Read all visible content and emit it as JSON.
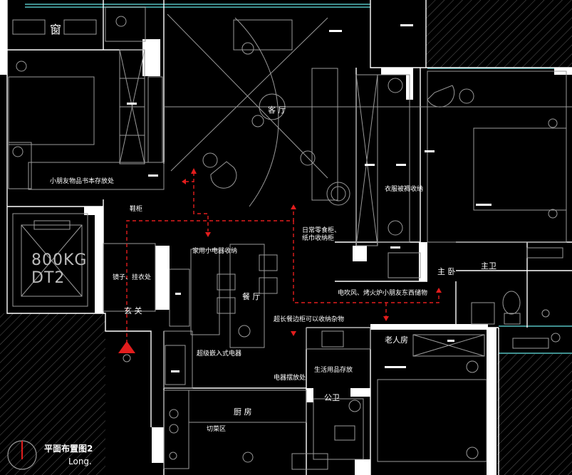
{
  "drawing": {
    "title": "平面布置图2",
    "author": "Long."
  },
  "colors": {
    "background": "#000000",
    "wall": "#ffffff",
    "line": "#9a9a9a",
    "flow": "#e31d1d",
    "hatch": "#666666",
    "window": "#3f8f8f"
  },
  "rooms": {
    "living": "客 厅",
    "dining": "餐 厅",
    "entry": "玄 关",
    "kitchen": "厨 房",
    "master_bed": "主 卧",
    "master_bath": "主卫",
    "elder_room": "老人房",
    "public_bath": "公卫",
    "window": "窗"
  },
  "elevator": {
    "capacity": "800KG",
    "code": "DT2"
  },
  "notes": {
    "study_storage": "小朋友物品书本存放处",
    "shoe": "鞋柜",
    "appliances": "家用小电器收纳",
    "hanger": "镜子、挂衣处",
    "daily_items": "日常零食柜、纸巾收纳柜",
    "clothes": "衣服被褥收纳",
    "tools": "电吹风、烤火炉小朋友东西储物",
    "long_cabinet": "超长餐边柜可以收纳杂物",
    "built_in": "超级嵌入式电器",
    "electrical": "电器摆放处",
    "daily_goods": "生活用品存放",
    "prep": "切菜区"
  }
}
